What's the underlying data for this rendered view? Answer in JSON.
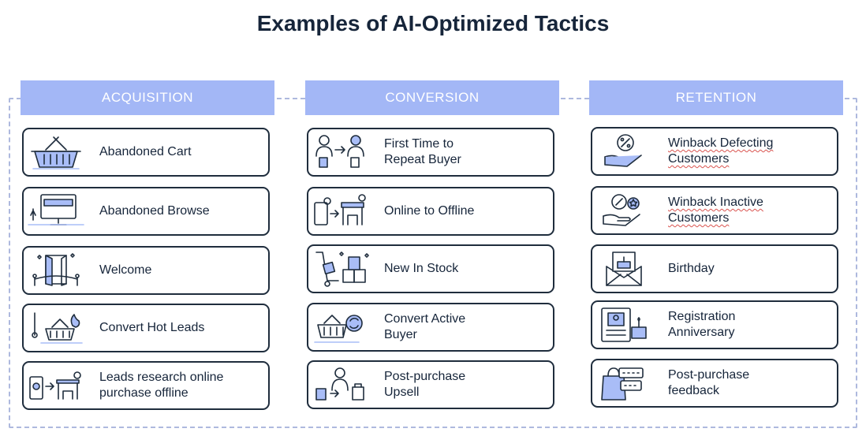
{
  "title": "Examples of AI-Optimized Tactics",
  "colors": {
    "header": "#a3b7f6",
    "border": "#1f2d3d",
    "icon_accent": "#a9bdf7"
  },
  "columns": [
    {
      "header": "ACQUISITION",
      "items": [
        {
          "label": "Abandoned Cart",
          "icon": "shopping-basket-icon"
        },
        {
          "label": "Abandoned Browse",
          "icon": "computer-monitor-icon"
        },
        {
          "label": "Welcome",
          "icon": "welcome-door-icon"
        },
        {
          "label": "Convert Hot Leads",
          "icon": "hot-basket-icon"
        },
        {
          "label": "Leads research online\npurchase offline",
          "icon": "phone-to-store-icon"
        }
      ]
    },
    {
      "header": "CONVERSION",
      "items": [
        {
          "label": "First Time to\nRepeat Buyer",
          "icon": "repeat-buyer-icon"
        },
        {
          "label": "Online to Offline",
          "icon": "online-offline-icon"
        },
        {
          "label": "New In Stock",
          "icon": "hand-truck-boxes-icon"
        },
        {
          "label": "Convert Active\nBuyer",
          "icon": "active-basket-icon"
        },
        {
          "label": "Post-purchase\nUpsell",
          "icon": "upsell-person-icon"
        }
      ]
    },
    {
      "header": "RETENTION",
      "items": [
        {
          "label": "Winback Defecting\nCustomers",
          "icon": "discount-hand-icon"
        },
        {
          "label": "Winback Inactive\nCustomers",
          "icon": "discount-star-hand-icon"
        },
        {
          "label": "Birthday",
          "icon": "birthday-envelope-icon"
        },
        {
          "label": "Registration\nAnniversary",
          "icon": "registration-cake-icon"
        },
        {
          "label": "Post-purchase\nfeedback",
          "icon": "feedback-bag-icon"
        }
      ]
    }
  ]
}
